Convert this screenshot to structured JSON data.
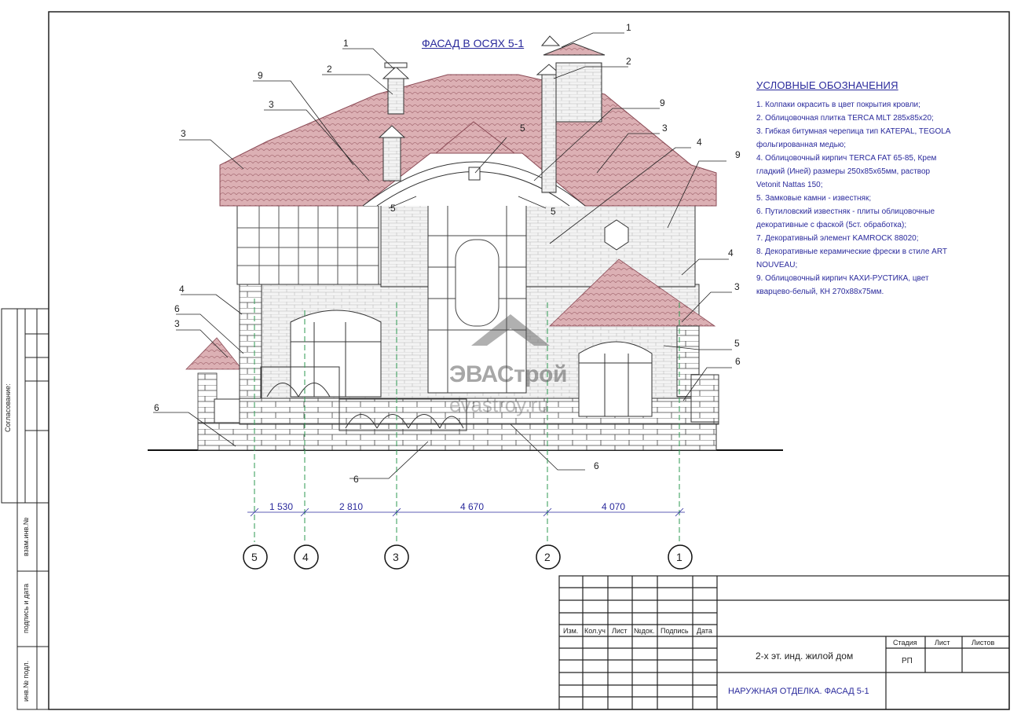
{
  "drawing": {
    "title": "ФАСАД В ОСЯХ 5-1",
    "watermark_brand": "ЭВАСтрой",
    "watermark_url": "evastroy.ru"
  },
  "legend": {
    "title": "УСЛОВНЫЕ ОБОЗНАЧЕНИЯ",
    "items": [
      "1. Колпаки окрасить в цвет покрытия кровли;",
      "2. Облицовочная плитка TERCA MLT 285x85x20;",
      "3. Гибкая битумная черепица тип KATEPAL, TEGOLA фольгированная медью;",
      "4. Облицовочный кирпич TERCA FAT 65-85, Крем гладкий (Иней) размеры 250x85x65мм, раствор Vetonit Nattas 150;",
      "5. Замковые камни - известняк;",
      "6. Путиловский известняк - плиты облицовочные декоративные с фаской (5ст. обработка);",
      "7. Декоративный элемент KAMROCK 88020;",
      "8. Декоративные керамические фрески в стиле ART NOUVEAU;",
      "9. Облицовочный кирпич КАХИ-РУСТИКА, цвет кварцево-белый, КН 270x88x75мм."
    ]
  },
  "callouts": [
    "1",
    "2",
    "9",
    "3",
    "3",
    "5",
    "5",
    "5",
    "1",
    "2",
    "9",
    "3",
    "4",
    "9",
    "4",
    "3",
    "5",
    "6",
    "4",
    "6",
    "3",
    "6",
    "6",
    "6"
  ],
  "axes": [
    "5",
    "4",
    "3",
    "2",
    "1"
  ],
  "dimensions": [
    "1 530",
    "2 810",
    "4 670",
    "4 070"
  ],
  "stamp": {
    "headers": [
      "Изм.",
      "Кол.уч",
      "Лист",
      "№док.",
      "Подпись",
      "Дата"
    ],
    "project": "2-х эт. инд. жилой дом",
    "sheet_name": "НАРУЖНАЯ ОТДЕЛКА. ФАСАД 5-1",
    "stage_label": "Стадия",
    "sheet_label": "Лист",
    "sheets_label": "Листов",
    "stage_value": "РП"
  },
  "side": {
    "approval": "Согласование:",
    "inv_replace": "взам.инв.№",
    "sign_date": "подпись и дата",
    "inv_orig": "инв.№ подл."
  },
  "colors": {
    "roof": "#d9a9ad",
    "roof_line": "#a05c66",
    "annotation": "#2a2a9c",
    "axis_line": "#2e9a52",
    "ink": "#222222"
  }
}
